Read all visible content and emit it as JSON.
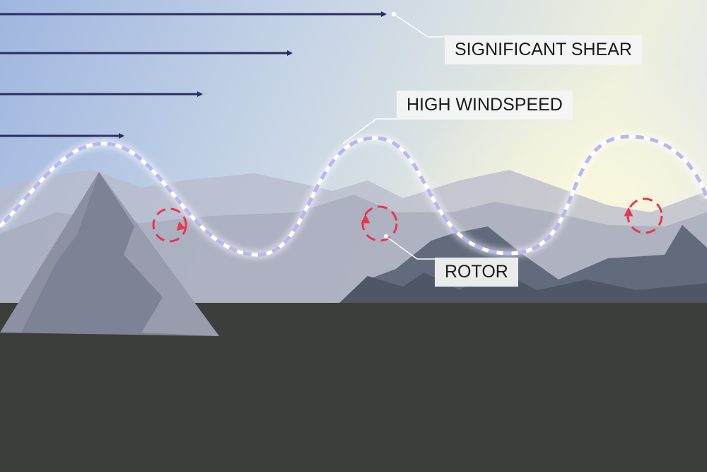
{
  "labels": {
    "significant_shear": "SIGNIFICANT SHEAR",
    "high_windspeed": "HIGH WINDSPEED",
    "rotor": "ROTOR"
  },
  "colors": {
    "arrow": "#2b2c63",
    "wave_dash_a": "#ffffff",
    "wave_dash_b": "#b9b8ee",
    "rotor": "#e8364f",
    "ground": "#3c3e3c"
  }
}
